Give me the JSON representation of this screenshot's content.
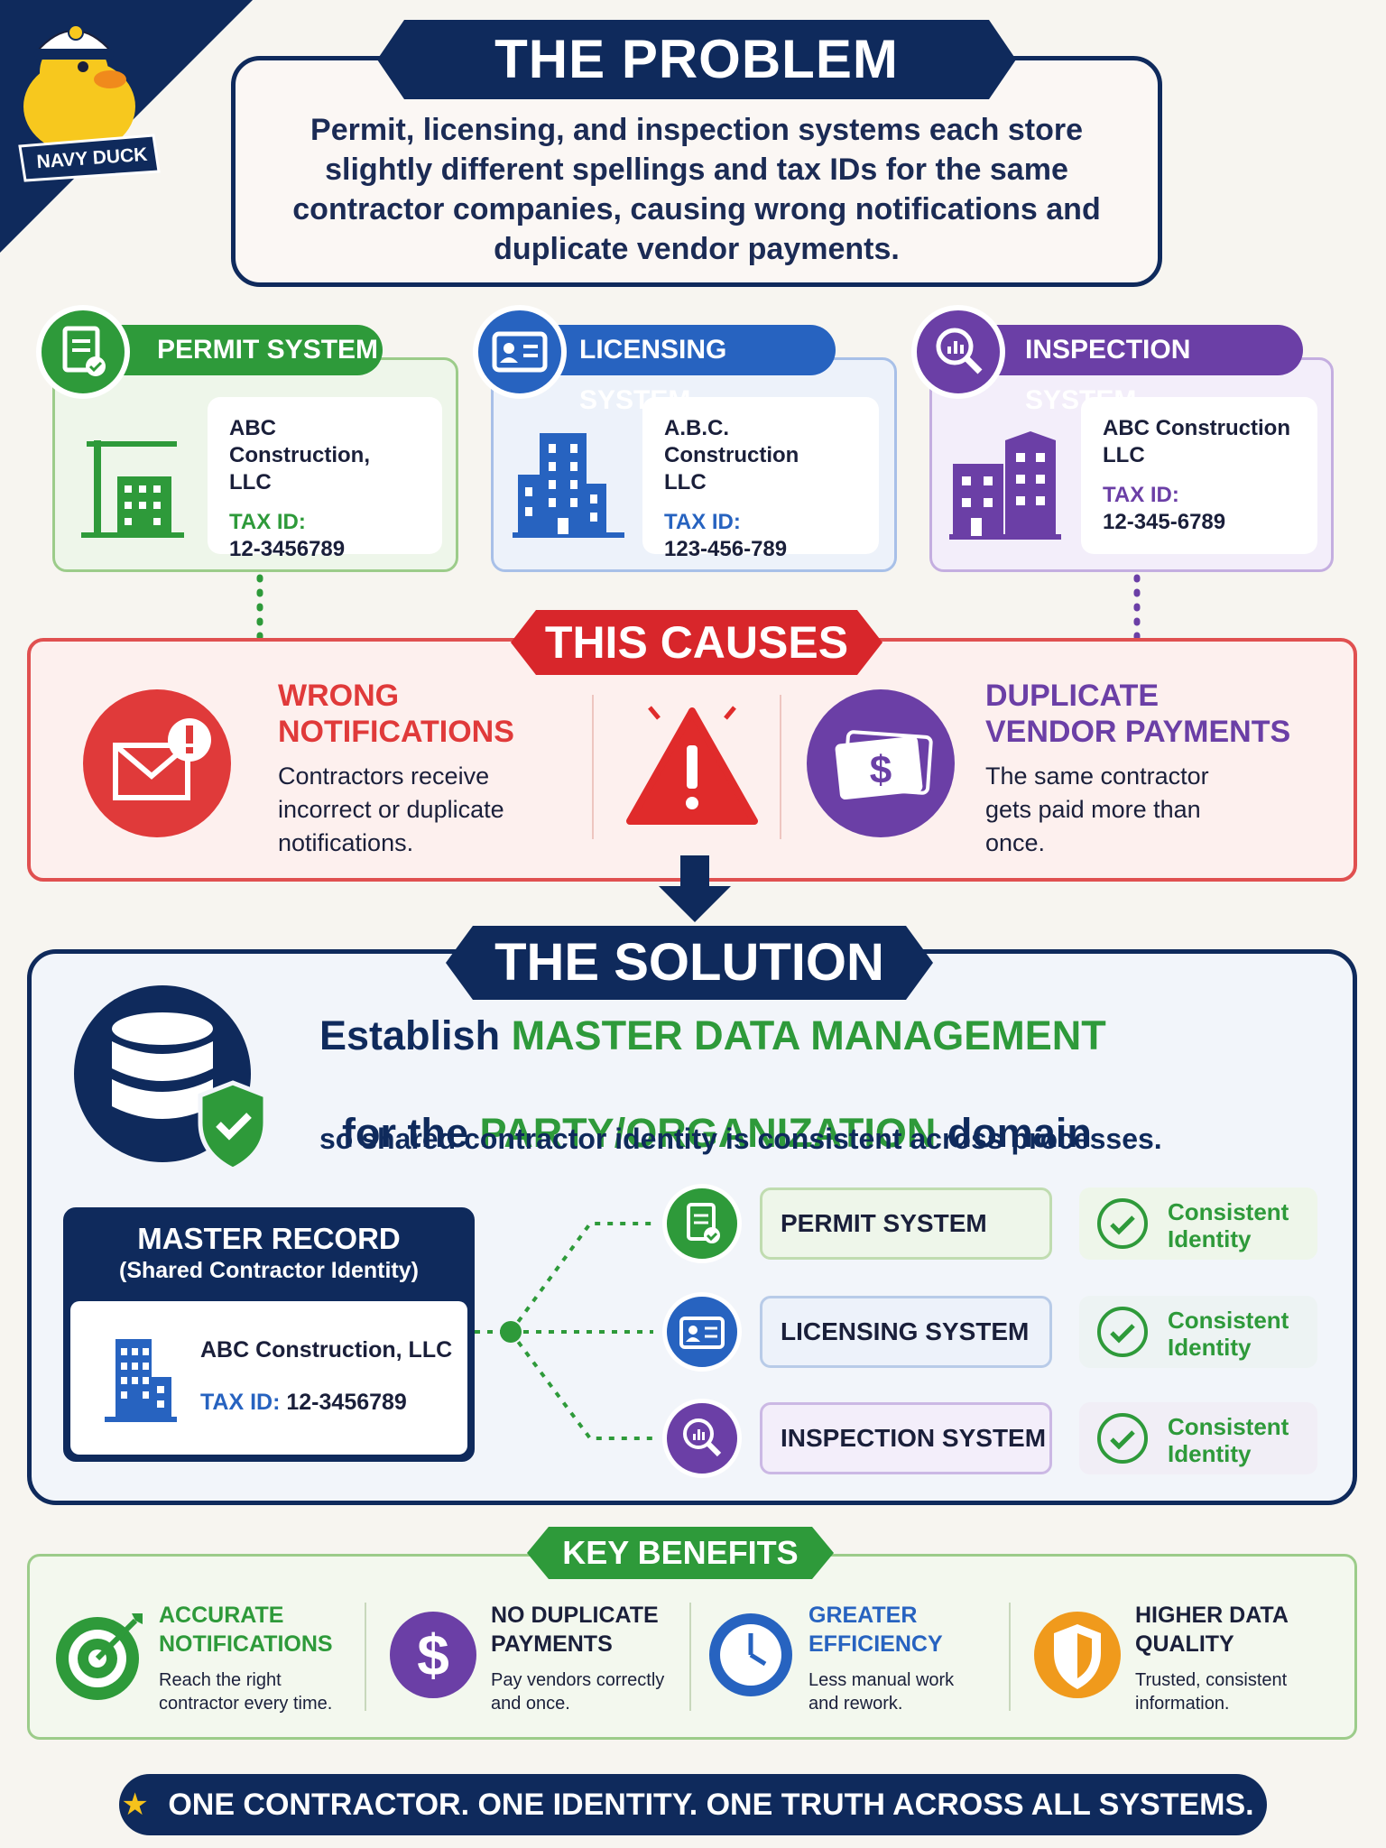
{
  "badge": {
    "label": "NAVY DUCK"
  },
  "problem": {
    "title": "THE PROBLEM",
    "text": "Permit, licensing, and inspection systems each store slightly different spellings and tax IDs for the same contractor companies, causing wrong notifications and duplicate vendor payments."
  },
  "systems": [
    {
      "title": "PERMIT SYSTEM",
      "name_line1": "ABC Construction,",
      "name_line2": "LLC",
      "tax_label": "TAX ID:",
      "tax_id": "12-3456789",
      "color": "#2e9a3a"
    },
    {
      "title": "LICENSING SYSTEM",
      "name_line1": "A.B.C. Construction",
      "name_line2": "LLC",
      "tax_label": "TAX ID:",
      "tax_id": "123-456-789",
      "color": "#2763c0"
    },
    {
      "title": "INSPECTION SYSTEM",
      "name_line1": "ABC Construction",
      "name_line2": "LLC",
      "tax_label": "TAX ID:",
      "tax_id": "12-345-6789",
      "color": "#6b3fa6"
    }
  ],
  "causes": {
    "title": "THIS CAUSES",
    "left_heading_1": "WRONG",
    "left_heading_2": "NOTIFICATIONS",
    "left_text": "Contractors receive incorrect or duplicate notifications.",
    "right_heading_1": "DUPLICATE",
    "right_heading_2": "VENDOR PAYMENTS",
    "right_text": "The same contractor gets paid more than once."
  },
  "solution": {
    "title": "THE SOLUTION",
    "line1_a": "Establish ",
    "line1_b": "MASTER DATA MANAGEMENT",
    "line2_a": "for the ",
    "line2_b": "PARTY/ORGANIZATION",
    "line2_c": " domain",
    "line3": "so shared contractor identity is consistent across processes.",
    "master_title": "MASTER RECORD",
    "master_subtitle": "(Shared Contractor Identity)",
    "master_name": "ABC Construction, LLC",
    "master_tax_label": "TAX ID:",
    "master_tax_id": "12-3456789",
    "rows": [
      {
        "system": "PERMIT SYSTEM",
        "status_1": "Consistent",
        "status_2": "Identity"
      },
      {
        "system": "LICENSING SYSTEM",
        "status_1": "Consistent",
        "status_2": "Identity"
      },
      {
        "system": "INSPECTION SYSTEM",
        "status_1": "Consistent",
        "status_2": "Identity"
      }
    ]
  },
  "benefits": {
    "title": "KEY BENEFITS",
    "items": [
      {
        "h1": "ACCURATE",
        "h2": "NOTIFICATIONS",
        "t1": "Reach the right",
        "t2": "contractor every time.",
        "color": "#2e9a3a"
      },
      {
        "h1": "NO DUPLICATE",
        "h2": "PAYMENTS",
        "t1": "Pay vendors correctly",
        "t2": "and once.",
        "color": "#1a1f3a"
      },
      {
        "h1": "GREATER",
        "h2": "EFFICIENCY",
        "t1": "Less manual work",
        "t2": "and rework.",
        "color": "#2763c0"
      },
      {
        "h1": "HIGHER DATA",
        "h2": "QUALITY",
        "t1": "Trusted, consistent",
        "t2": "information.",
        "color": "#1a1f3a"
      }
    ]
  },
  "footer": {
    "text": "ONE CONTRACTOR. ONE IDENTITY. ONE TRUTH ACROSS ALL SYSTEMS.",
    "star": "★"
  }
}
